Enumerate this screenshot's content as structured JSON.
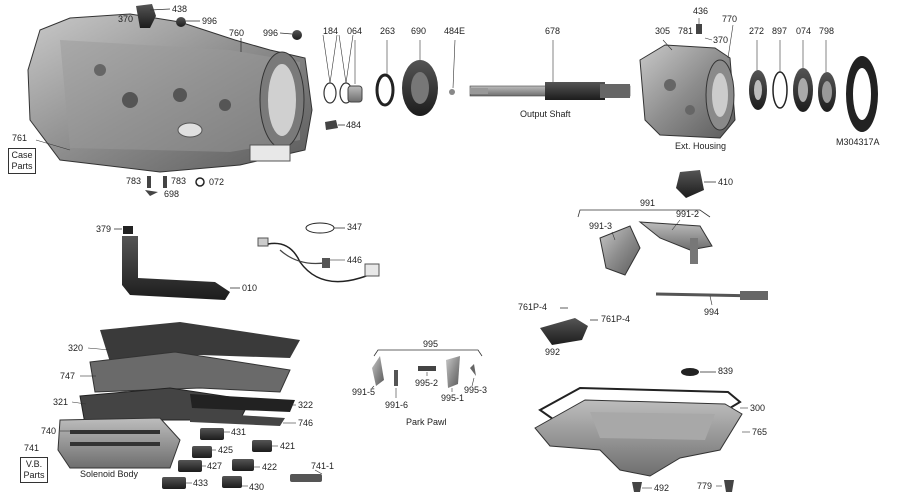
{
  "labels": {
    "p370a": "370",
    "p438": "438",
    "p996a": "996",
    "p760": "760",
    "p996b": "996",
    "p184": "184",
    "p064": "064",
    "p263": "263",
    "p690": "690",
    "p484e": "484E",
    "p678": "678",
    "p305": "305",
    "p781": "781",
    "p436": "436",
    "p370b": "370",
    "p770": "770",
    "p272": "272",
    "p897": "897",
    "p074": "074",
    "p798": "798",
    "p484": "484",
    "p761": "761",
    "p783a": "783",
    "p783b": "783",
    "p698": "698",
    "p072": "072",
    "p410": "410",
    "p991": "991",
    "p991_3": "991-3",
    "p991_2": "991-2",
    "p379": "379",
    "p347": "347",
    "p446": "446",
    "p010": "010",
    "p994": "994",
    "p761p4a": "761P-4",
    "p761p4b": "761P-4",
    "p992": "992",
    "p995": "995",
    "p320": "320",
    "p747": "747",
    "p321": "321",
    "p322": "322",
    "p746": "746",
    "p740": "740",
    "p431": "431",
    "p421": "421",
    "p425": "425",
    "p741": "741",
    "p427": "427",
    "p422": "422",
    "p741_1": "741-1",
    "p433": "433",
    "p430": "430",
    "p991_5": "991-5",
    "p991_6": "991-6",
    "p995_2": "995-2",
    "p995_1": "995-1",
    "p995_3": "995-3",
    "p839": "839",
    "p300": "300",
    "p765": "765",
    "p492": "492",
    "p779": "779"
  },
  "captions": {
    "output_shaft": "Output Shaft",
    "ext_housing": "Ext. Housing",
    "m304317a": "M304317A",
    "case_parts_line1": "Case",
    "case_parts_line2": "Parts",
    "vb_parts_line1": "V.B.",
    "vb_parts_line2": "Parts",
    "solenoid_body": "Solenoid Body",
    "park_pawl": "Park Pawl"
  }
}
